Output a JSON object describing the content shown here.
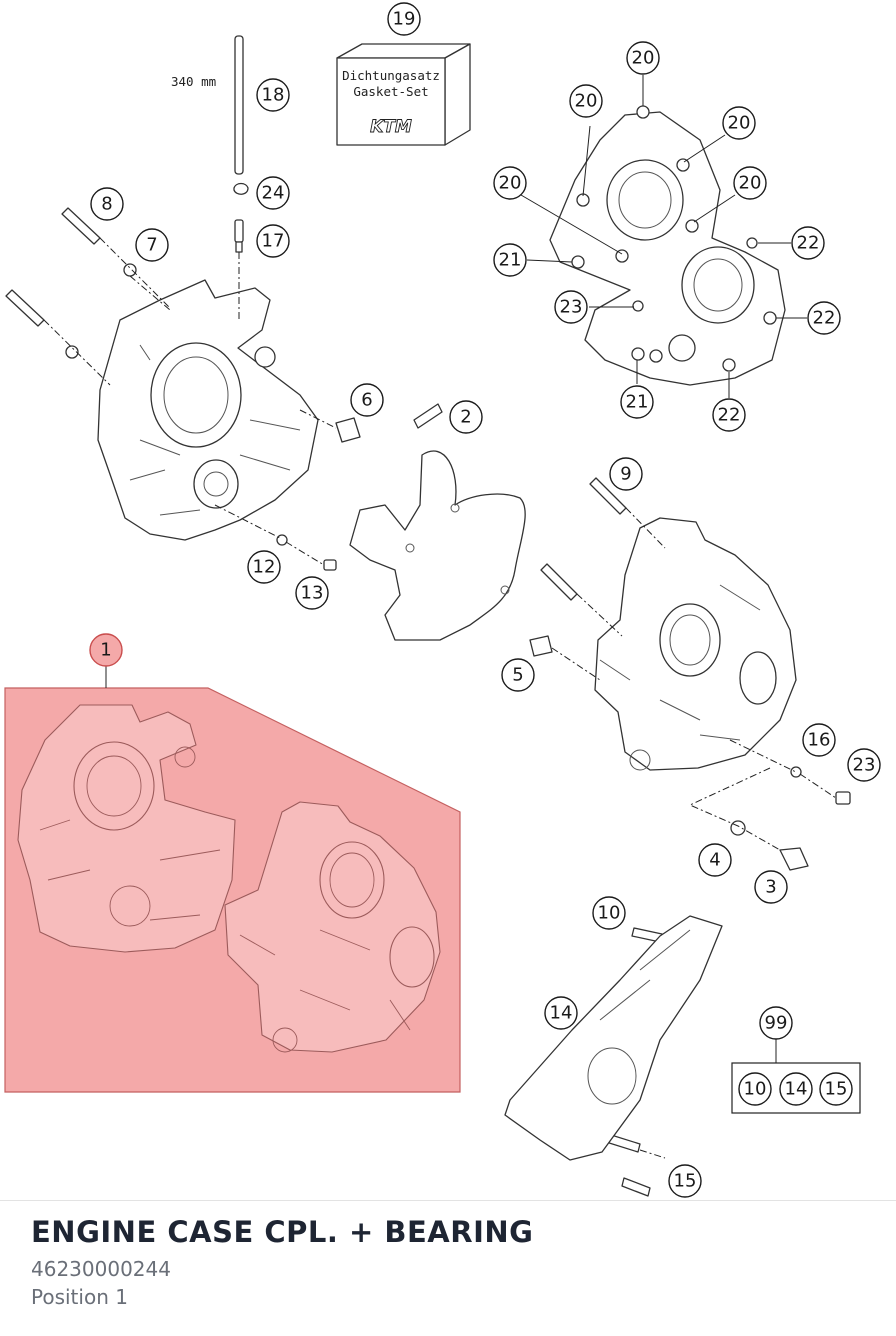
{
  "part": {
    "title": "ENGINE CASE CPL. + BEARING",
    "number": "46230000244",
    "position_text": "Position 1"
  },
  "diagram": {
    "highlighted_callout": "1",
    "highlight_color": "#f4a9a9",
    "rod_length_label": "340 mm",
    "gasket_box_label_de": "Dichtungasatz",
    "gasket_box_label_en": "Gasket-Set",
    "brand_logo_text": "KTM",
    "kit_callout": "99",
    "kit_contents": [
      "10",
      "14",
      "15"
    ],
    "callouts": [
      "1",
      "2",
      "3",
      "4",
      "5",
      "6",
      "7",
      "8",
      "9",
      "10",
      "12",
      "13",
      "14",
      "15",
      "16",
      "17",
      "18",
      "19",
      "20",
      "20",
      "20",
      "20",
      "20",
      "21",
      "21",
      "22",
      "22",
      "22",
      "23",
      "23",
      "24"
    ]
  }
}
